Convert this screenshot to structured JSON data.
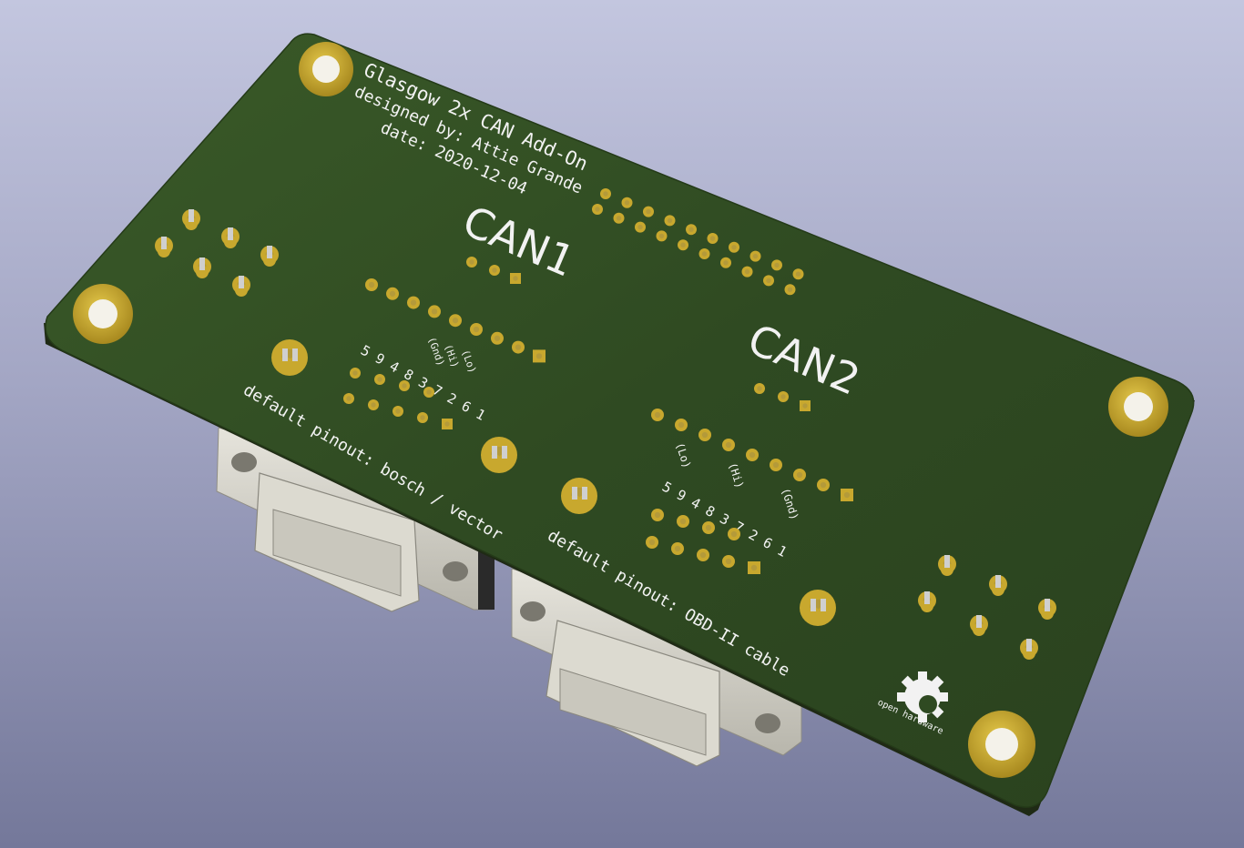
{
  "board": {
    "title_line1": "Glasgow 2x CAN Add-On",
    "title_line2": "designed by: Attie Grande",
    "title_line3": "date: 2020-12-04",
    "can1_label": "CAN1",
    "can2_label": "CAN2",
    "can1_pinout_caption": "default pinout: bosch / vector",
    "can2_pinout_caption": "default pinout: OBD-II cable",
    "pin_numbers_top": "5 9 4 8 3 7 2 6 1",
    "signal_labels": [
      "(Lo)",
      "(Hi)",
      "(Gnd)"
    ],
    "oshw_logo_text": "open hardware"
  },
  "colors": {
    "background_top": "#c3c6df",
    "background_bottom": "#74789a",
    "pcb_green": "#2f4a22",
    "pcb_edge": "#1f2a15",
    "copper_pad": "#c8a82e",
    "silkscreen": "#f2f2f2",
    "connector_shell": "#d8d6cc"
  }
}
